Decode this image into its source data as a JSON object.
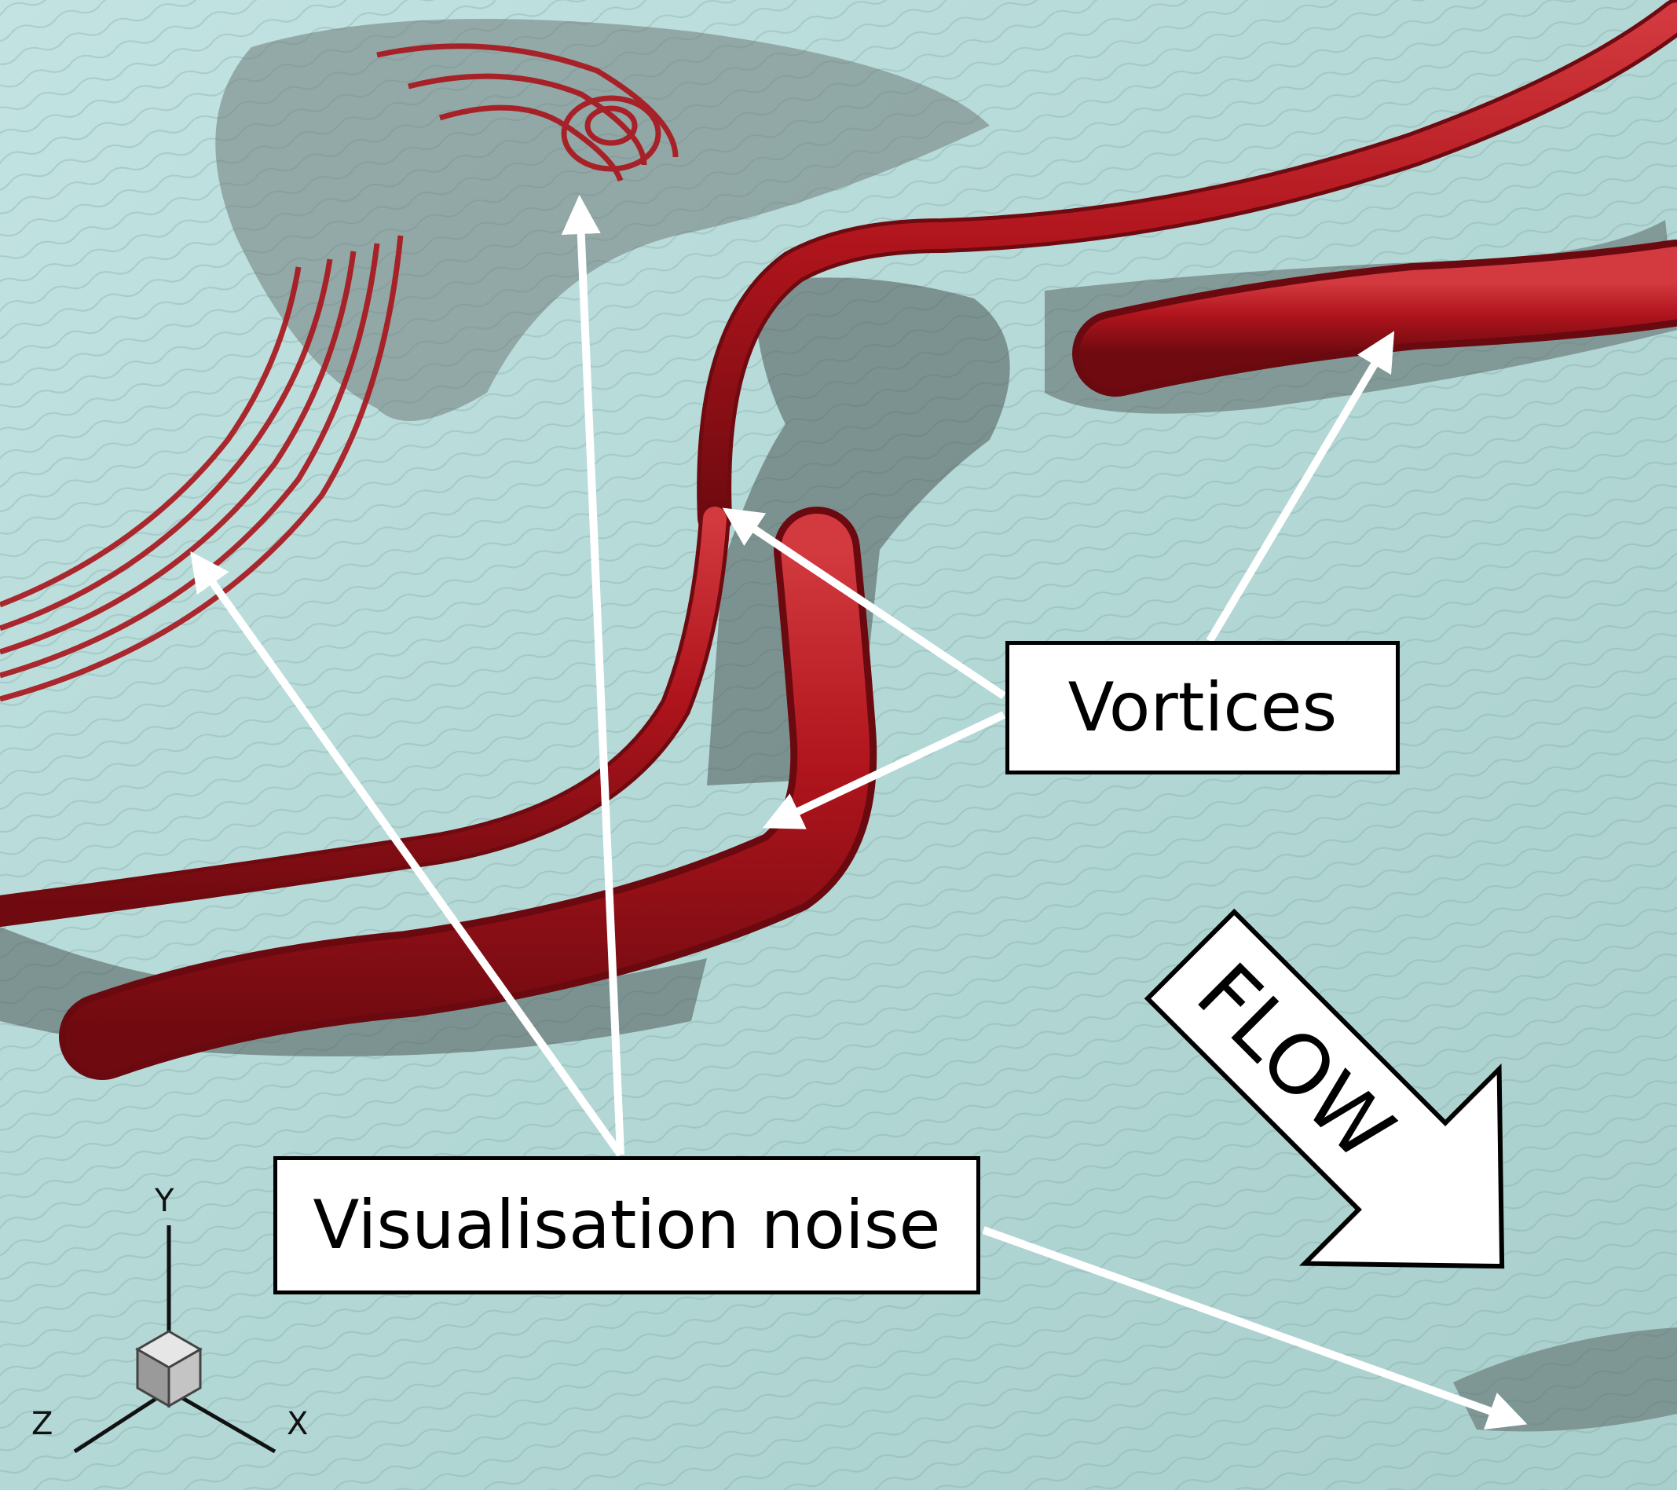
{
  "labels": {
    "vortices": "Vortices",
    "noise": "Visualisation noise",
    "flow": "FLOW"
  },
  "axes": {
    "x": "X",
    "y": "Y",
    "z": "Z"
  },
  "colors": {
    "background": "#b8dcda",
    "vortex_red": "#b0141c",
    "shadow": "#5d6866",
    "arrow": "#ffffff"
  }
}
